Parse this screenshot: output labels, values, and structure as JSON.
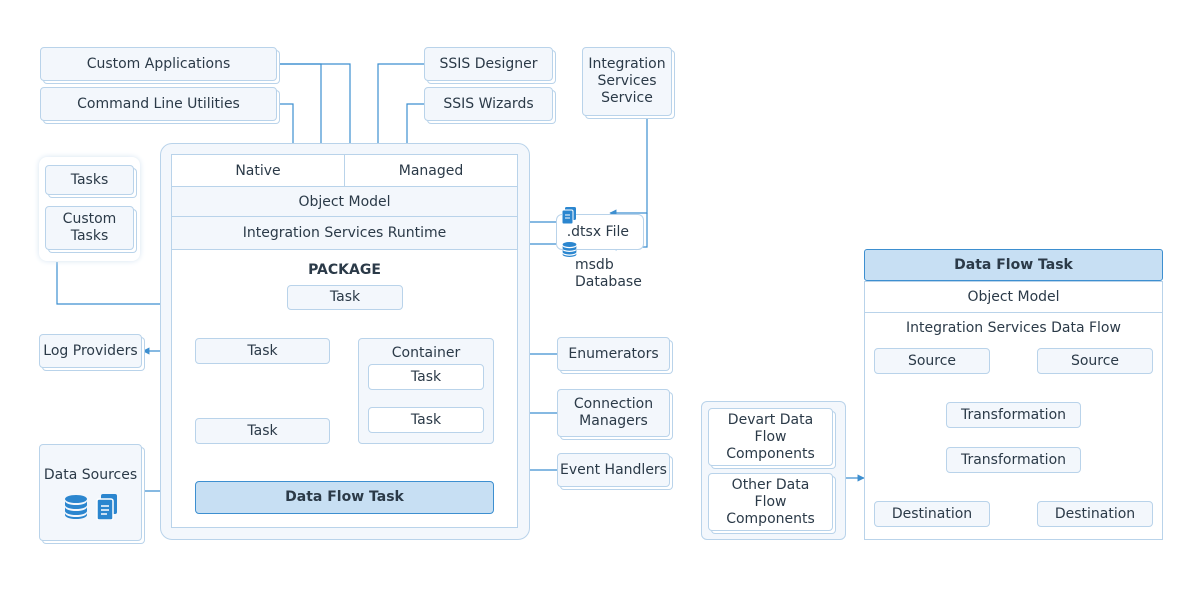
{
  "clients": {
    "custom_applications": "Custom Applications",
    "command_line_utilities": "Command Line Utilities",
    "ssis_designer": "SSIS Designer",
    "ssis_wizards": "SSIS Wizards",
    "integration_services_service": "Integration Services Service"
  },
  "left": {
    "tasks": "Tasks",
    "custom_tasks": "Custom Tasks",
    "log_providers": "Log Providers",
    "data_sources": "Data Sources"
  },
  "runtime": {
    "native": "Native",
    "managed": "Managed",
    "object_model": "Object Model",
    "integration_services_runtime": "Integration Services Runtime",
    "package_title": "PACKAGE",
    "task_top": "Task",
    "task_left_1": "Task",
    "task_left_2": "Task",
    "container": "Container",
    "container_task_1": "Task",
    "container_task_2": "Task",
    "data_flow_task": "Data Flow Task"
  },
  "storage": {
    "dtsx_file": ".dtsx File",
    "msdb_database": "msdb Database"
  },
  "right_side": {
    "enumerators": "Enumerators",
    "connection_managers": "Connection Managers",
    "event_handlers": "Event Handlers"
  },
  "components": {
    "devart": "Devart Data Flow Components",
    "other": "Other Data Flow Components"
  },
  "data_flow": {
    "title": "Data Flow Task",
    "object_model": "Object Model",
    "integration_services_data_flow": "Integration Services Data Flow",
    "source_1": "Source",
    "source_2": "Source",
    "transformation_1": "Transformation",
    "transformation_2": "Transformation",
    "destination_1": "Destination",
    "destination_2": "Destination"
  },
  "colors": {
    "line": "#3d8fd0",
    "border": "#b9d3ea",
    "fill": "#f3f7fc",
    "accent_fill": "#c7dff3"
  },
  "icons": [
    "database-icon",
    "document-icon"
  ]
}
